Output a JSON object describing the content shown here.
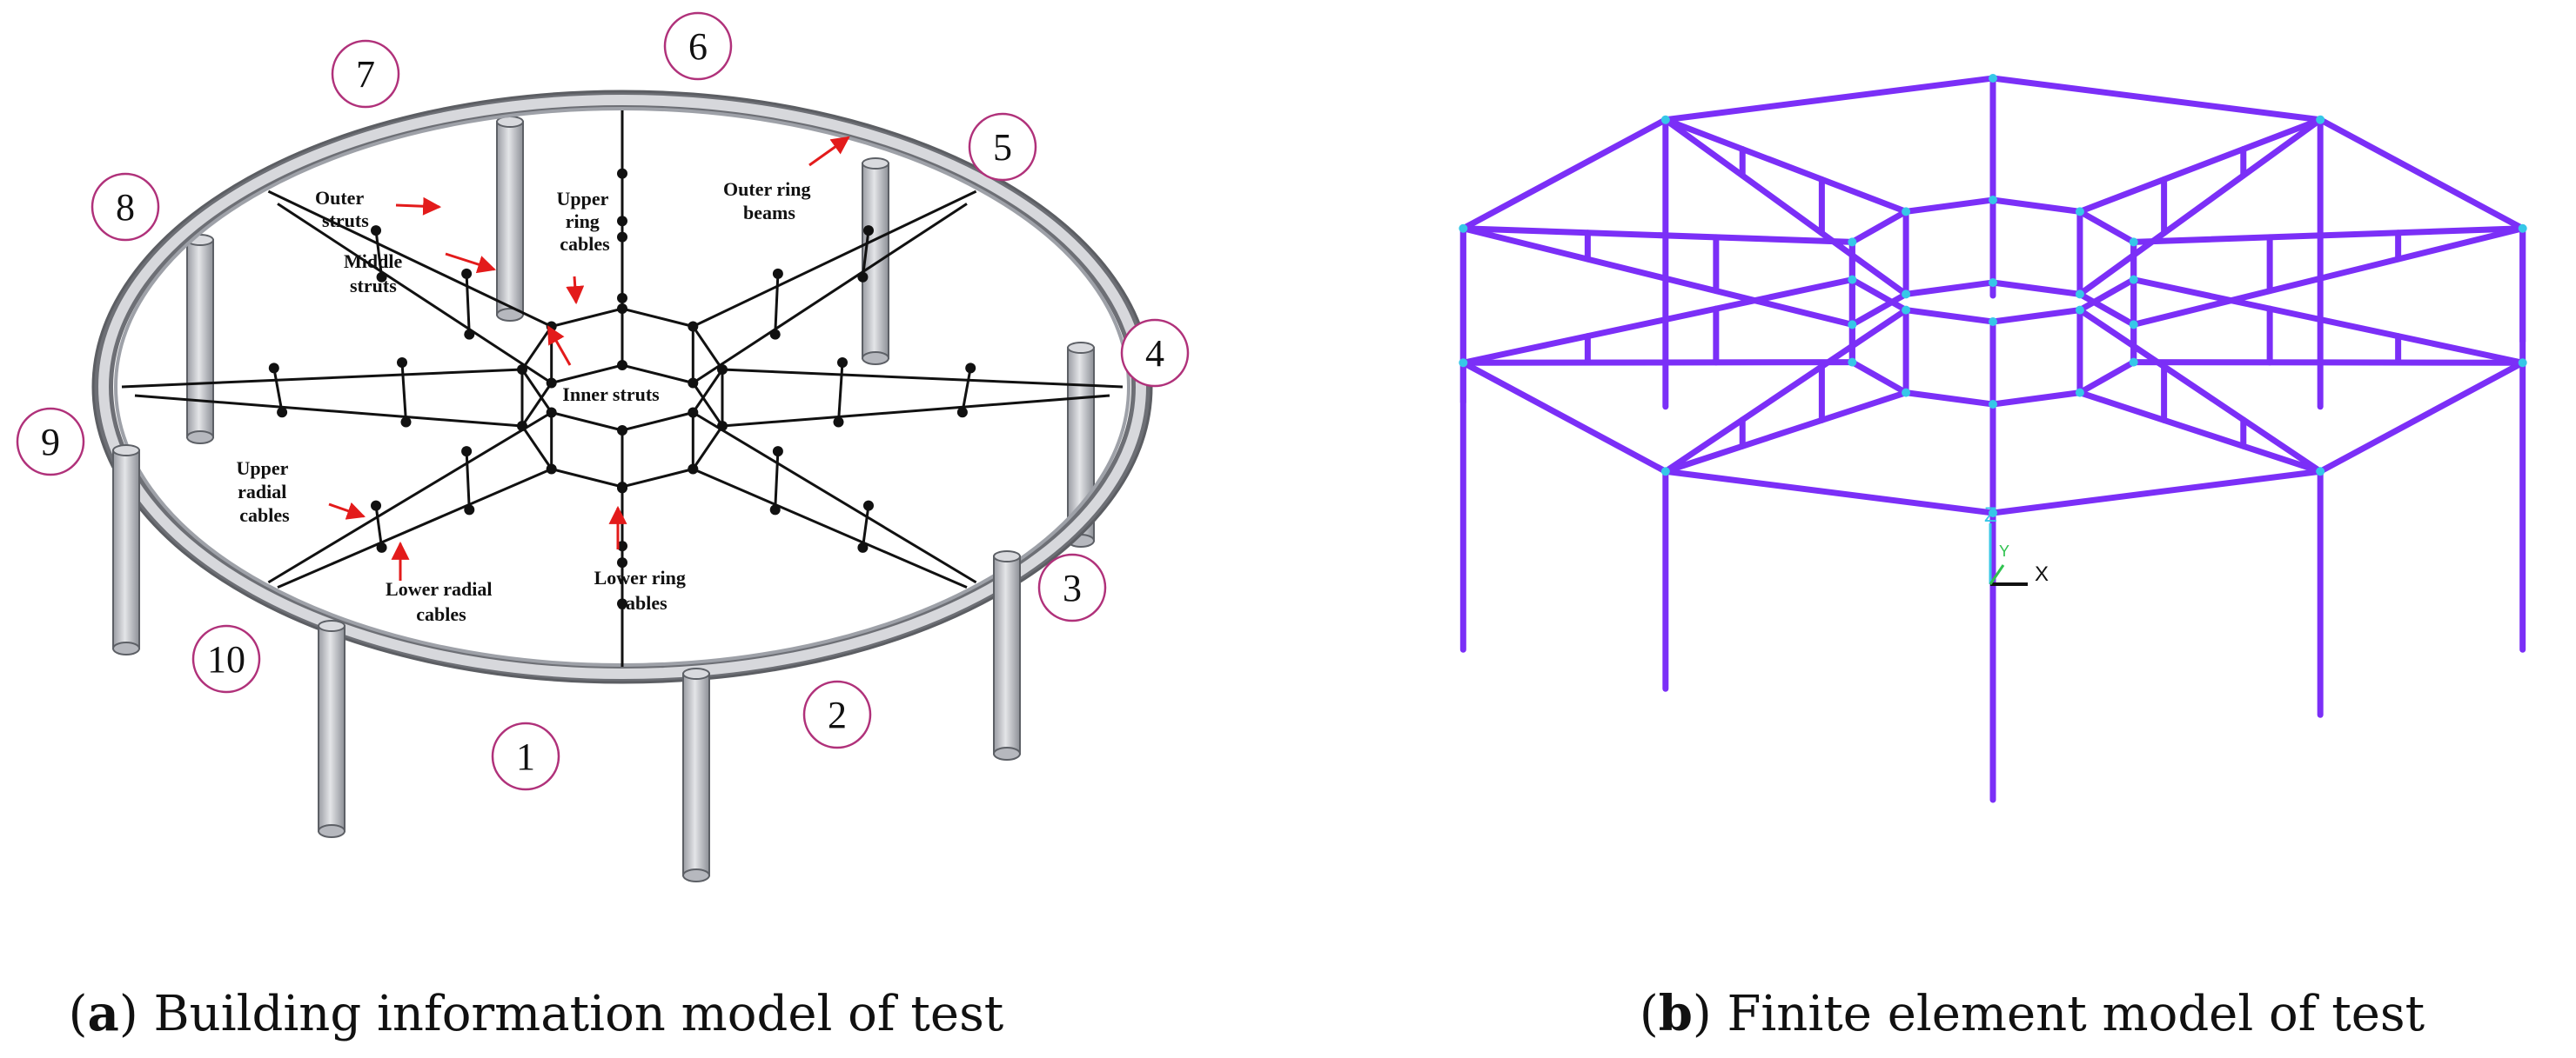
{
  "panel_a": {
    "labels": {
      "outer_struts": [
        "Outer",
        "struts"
      ],
      "middle_struts": [
        "Middle",
        "struts"
      ],
      "upper_ring_cables": [
        "Upper",
        "ring",
        "cables"
      ],
      "outer_ring_beams": [
        "Outer ring",
        "beams"
      ],
      "inner_struts": "Inner struts",
      "upper_radial_cables": [
        "Upper",
        "radial",
        "cables"
      ],
      "lower_radial_cables": [
        "Lower radial",
        "cables"
      ],
      "lower_ring_cables": [
        "Lower ring",
        "cables"
      ]
    },
    "column_numbers": [
      "1",
      "2",
      "3",
      "4",
      "5",
      "6",
      "7",
      "8",
      "9",
      "10"
    ],
    "caption_letter": "a",
    "caption_text": "Building information model of test"
  },
  "panel_b": {
    "axis_z": "Z",
    "axis_y": "Y",
    "axis_x": "X",
    "caption_letter": "b",
    "caption_text": "Finite element model of test"
  },
  "colors": {
    "member": "#7b2ff7",
    "node": "#36c7e8",
    "cable": "#111111",
    "column": "#c9cbd1",
    "circle": "#b0317a",
    "arrow": "#e31b1b"
  }
}
